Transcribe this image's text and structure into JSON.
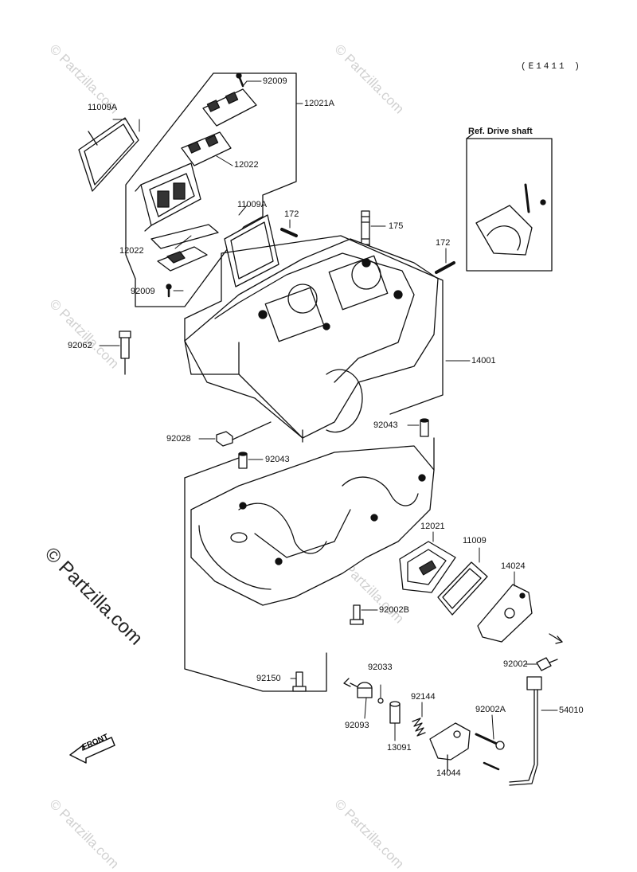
{
  "diagram_code": "(E1411 )",
  "reference_label": "Ref. Drive shaft",
  "front_label": "FRONT",
  "watermark_main": "© Partzilla.com",
  "watermark_faint": "© Partzilla.com",
  "parts": {
    "p11009A_top": "11009A",
    "p92009_top": "92009",
    "p12021A": "12021A",
    "p12022_top": "12022",
    "p12022_bottom": "12022",
    "p92009_bottom": "92009",
    "p11009A_mid": "11009A",
    "p172_left": "172",
    "p175": "175",
    "p172_right": "172",
    "p92062": "92062",
    "p14001": "14001",
    "p92028": "92028",
    "p92043_right": "92043",
    "p92043_left": "92043",
    "p12021": "12021",
    "p11009": "11009",
    "p14024": "14024",
    "p92002B": "92002B",
    "p92150": "92150",
    "p92002": "92002",
    "p92033": "92033",
    "p92144": "92144",
    "p92002A": "92002A",
    "p54010": "54010",
    "p92093": "92093",
    "p13091": "13091",
    "p14044": "14044"
  }
}
